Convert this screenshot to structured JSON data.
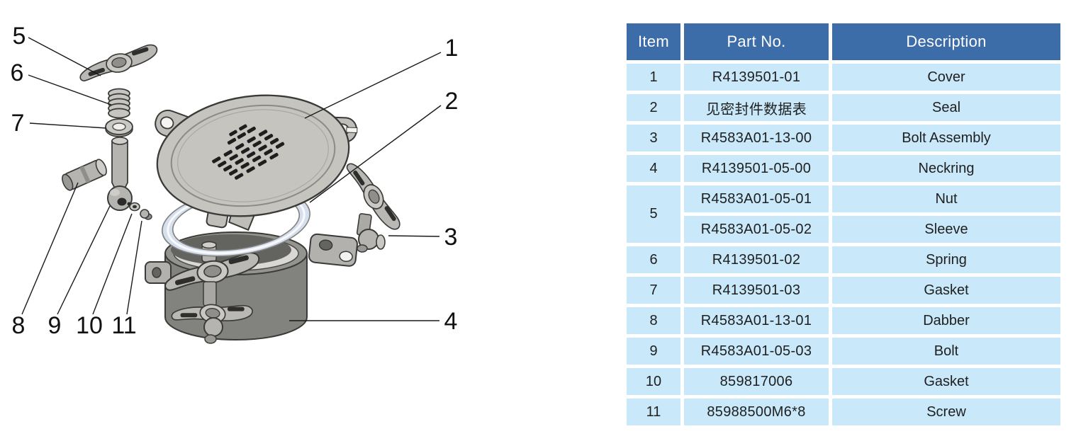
{
  "diagram": {
    "title": "exploded view of cover assembly",
    "callouts": [
      {
        "label": "1"
      },
      {
        "label": "2"
      },
      {
        "label": "3"
      },
      {
        "label": "4"
      },
      {
        "label": "5"
      },
      {
        "label": "6"
      },
      {
        "label": "7"
      },
      {
        "label": "8"
      },
      {
        "label": "9"
      },
      {
        "label": "10"
      },
      {
        "label": "11"
      }
    ]
  },
  "table": {
    "headers": [
      "Item",
      "Part No.",
      "Description"
    ],
    "rows": [
      {
        "item": "1",
        "part": "R4139501-01",
        "desc": "Cover"
      },
      {
        "item": "2",
        "part": "见密封件数据表",
        "desc": "Seal"
      },
      {
        "item": "3",
        "part": "R4583A01-13-00",
        "desc": "Bolt Assembly"
      },
      {
        "item": "4",
        "part": "R4139501-05-00",
        "desc": "Neckring"
      },
      {
        "item": "5",
        "part": "R4583A01-05-01",
        "desc": "Nut"
      },
      {
        "item": "",
        "part": "R4583A01-05-02",
        "desc": "Sleeve"
      },
      {
        "item": "6",
        "part": "R4139501-02",
        "desc": "Spring"
      },
      {
        "item": "7",
        "part": "R4139501-03",
        "desc": "Gasket"
      },
      {
        "item": "8",
        "part": "R4583A01-13-01",
        "desc": "Dabber"
      },
      {
        "item": "9",
        "part": "R4583A01-05-03",
        "desc": "Bolt"
      },
      {
        "item": "10",
        "part": "859817006",
        "desc": "Gasket"
      },
      {
        "item": "11",
        "part": "85988500M6*8",
        "desc": "Screw"
      }
    ]
  },
  "colors": {
    "table_header_bg": "#3d6da8",
    "table_row_bg": "#c9e8f9",
    "table_header_text": "#ffffff",
    "table_body_text": "#1f1f1f",
    "seal_tint": "#d6dfee",
    "metal_light": "#c6c4bf",
    "metal_dark": "#82827e"
  }
}
